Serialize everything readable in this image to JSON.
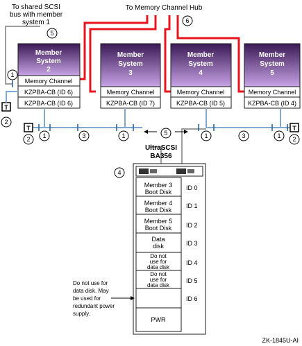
{
  "labels": {
    "shared_scsi": [
      "To shared SCSI",
      "bus with member",
      "system 1"
    ],
    "hub": "To Memory Channel Hub",
    "ultrascsi": "UltraSCSI",
    "ba356": "BA356",
    "note": [
      "Do not use for",
      "data disk.  May",
      "be used for",
      "redundant power",
      "supply."
    ],
    "figure_id": "ZK-1845U-AI",
    "terminator": "T"
  },
  "members": [
    {
      "title": "Member",
      "subtitle": "System",
      "number": "2",
      "mc": "Memory Channel",
      "kz1": "KZPBA-CB (ID 6)",
      "kz2": "KZPBA-CB (ID 6)"
    },
    {
      "title": "Member",
      "subtitle": "System",
      "number": "3",
      "mc": "Memory Channel",
      "kz1": "KZPBA-CB (ID 7)"
    },
    {
      "title": "Member",
      "subtitle": "System",
      "number": "4",
      "mc": "Memory Channel",
      "kz1": "KZPBA-CB (ID 5)"
    },
    {
      "title": "Member",
      "subtitle": "System",
      "number": "5",
      "mc": "Memory Channel",
      "kz1": "KZPBA-CB (ID 4)"
    }
  ],
  "slots": [
    {
      "lines": [
        "Member 3",
        "Boot Disk"
      ],
      "id": "ID 0"
    },
    {
      "lines": [
        "Member 4",
        "Boot Disk"
      ],
      "id": "ID 1"
    },
    {
      "lines": [
        "Member 5",
        "Boot Disk"
      ],
      "id": "ID 2"
    },
    {
      "lines": [
        "Data",
        "disk"
      ],
      "id": "ID 3"
    },
    {
      "lines": [
        "Do not",
        "use for",
        "data disk"
      ],
      "id": "ID 4"
    },
    {
      "lines": [
        "Do not",
        "use for",
        "data disk"
      ],
      "id": "ID 5"
    },
    {
      "lines": [],
      "id": "ID 6"
    },
    {
      "lines": [
        "PWR"
      ],
      "id": ""
    }
  ],
  "callouts": {
    "c5_top": "5",
    "c6_hub": "6",
    "c1_left": "1",
    "c2_left": "2",
    "c2_bus_left": "2",
    "c1_bus_a": "1",
    "c3_bus_left": "3",
    "c1_bus_b": "1",
    "c5_bus_mid": "5",
    "c4_ba356": "4",
    "c1_bus_c": "1",
    "c3_bus_right": "3",
    "c1_bus_d": "1",
    "c2_bus_right": "2"
  },
  "colors": {
    "member_gradient_top": "#3a1a55",
    "member_gradient_bottom": "#c8a3e6",
    "memory_channel_cable": "#e8141d",
    "scsi_cable": "#7fa8d3",
    "gray_cable": "#9e9e9e",
    "box_border": "#1a1a1a"
  }
}
